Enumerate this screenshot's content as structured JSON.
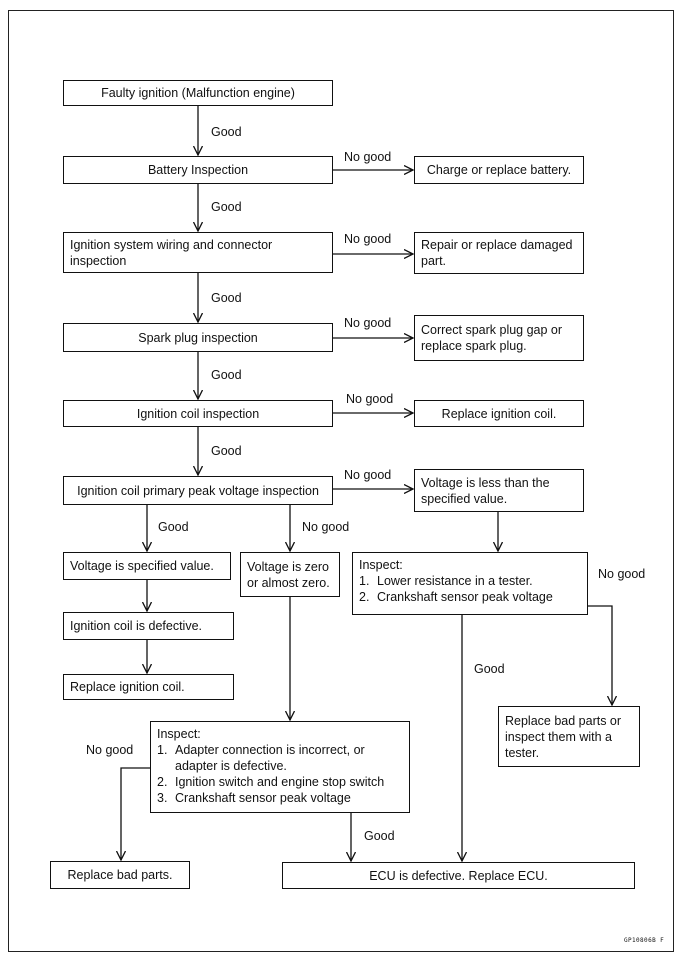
{
  "nodes": {
    "start": "Faulty ignition (Malfunction engine)",
    "battery": "Battery Inspection",
    "battery_fix": "Charge or replace battery.",
    "wiring": "Ignition system wiring and connector inspection",
    "wiring_fix": "Repair or replace damaged part.",
    "spark": "Spark plug inspection",
    "spark_fix": "Correct spark plug gap or replace spark plug.",
    "coil": "Ignition coil inspection",
    "coil_fix": "Replace ignition coil.",
    "peak": "Ignition coil primary peak voltage inspection",
    "less": "Voltage is less than the specified value.",
    "specified": "Voltage is specified value.",
    "zero": "Voltage is zero or almost zero.",
    "inspect_a": {
      "title": "Inspect:",
      "items": [
        "1.",
        "Lower resistance in a tester.",
        "2.",
        "Crankshaft sensor peak voltage"
      ]
    },
    "coil_defective": "Ignition coil is defective.",
    "replace_coil": "Replace ignition coil.",
    "inspect_b": {
      "title": "Inspect:",
      "items": [
        "1.",
        "Adapter connection is incorrect, or adapter is defective.",
        "2.",
        "Ignition switch and engine stop switch",
        "3.",
        "Crankshaft sensor peak voltage"
      ]
    },
    "bad_parts_tester": "Replace bad parts or inspect them with a tester.",
    "replace_bad": "Replace bad parts.",
    "ecu": "ECU is defective. Replace ECU."
  },
  "labels": {
    "good": "Good",
    "no_good": "No good"
  },
  "figure_code": "GP10806B  F"
}
